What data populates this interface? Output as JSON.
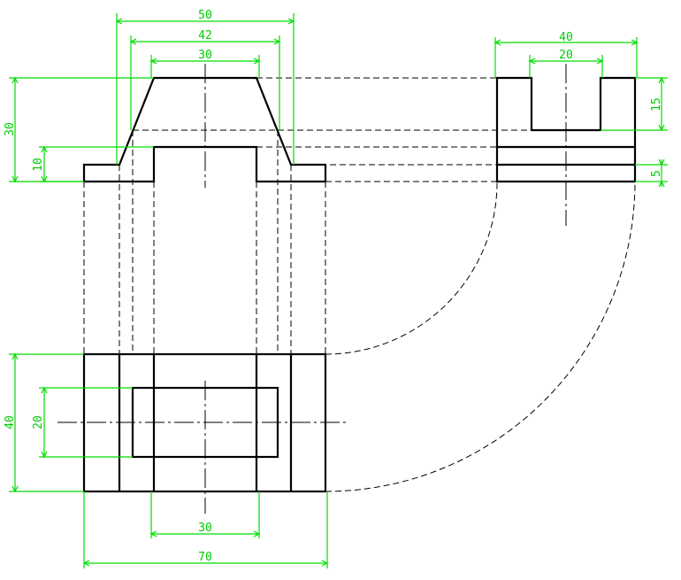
{
  "colors": {
    "object_lines": "#000000",
    "dimension_lines": "#00dd00",
    "dimension_text": "#00cc00",
    "background": "#ffffff"
  },
  "dimensions": {
    "top_50": "50",
    "top_42": "42",
    "top_30": "30",
    "side_40": "40",
    "side_20": "20",
    "side_15": "15",
    "side_5": "5",
    "left_30": "30",
    "left_10": "10",
    "plan_40": "40",
    "plan_20": "20",
    "bottom_30": "30",
    "bottom_70": "70"
  }
}
